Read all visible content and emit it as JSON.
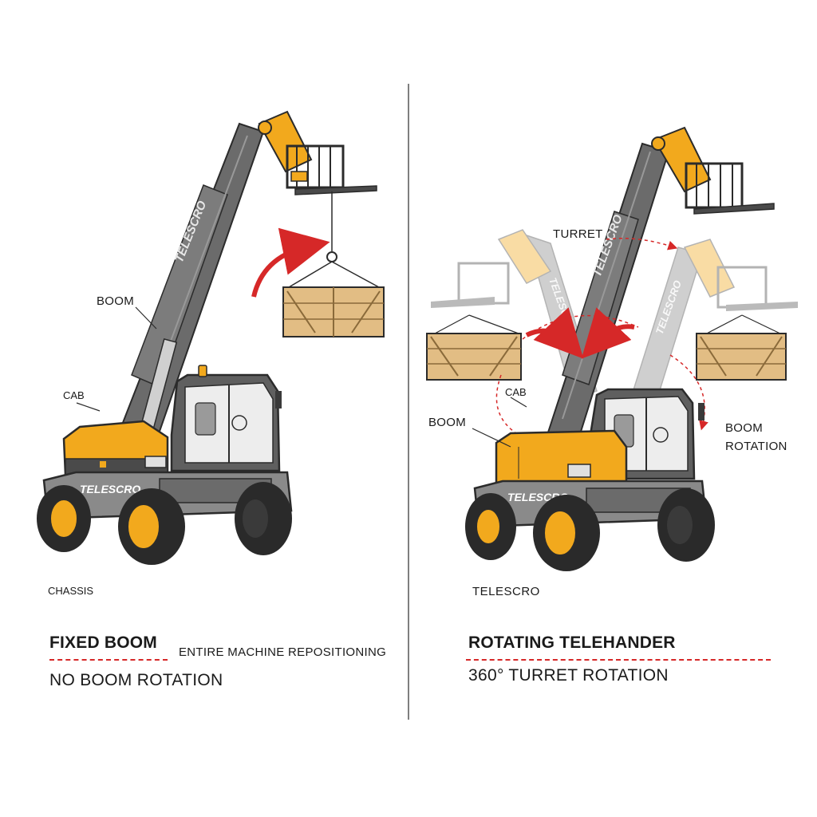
{
  "left": {
    "labels": {
      "boom": "BOOM",
      "cab": "CAB",
      "chassis": "CHASSIS"
    },
    "boom_brand": "TELESCRO",
    "body_brand": "TELESCRO",
    "heading": "FIXED BOOM",
    "subheading": "ENTIRE MACHINE REPOSITIONING",
    "description": "NO BOOM ROTATION"
  },
  "right": {
    "labels": {
      "turret": "TURRET",
      "cab": "CAB",
      "boom": "BOOM",
      "boom_rotation_line1": "BOOM",
      "boom_rotation_line2": "ROTATION",
      "model": "TELESCRO"
    },
    "boom_brand": "TELESCRO",
    "body_brand": "TELESCRO",
    "heading": "ROTATING TELEHANDER",
    "description": "360° TURRET ROTATION"
  },
  "colors": {
    "machine_yellow": "#f2a91d",
    "machine_gray": "#6b6b6b",
    "dark_gray": "#3a3a3a",
    "tire": "#2a2a2a",
    "crate": "#e2bd84",
    "arrow_red": "#d62828",
    "divider": "#555555"
  }
}
